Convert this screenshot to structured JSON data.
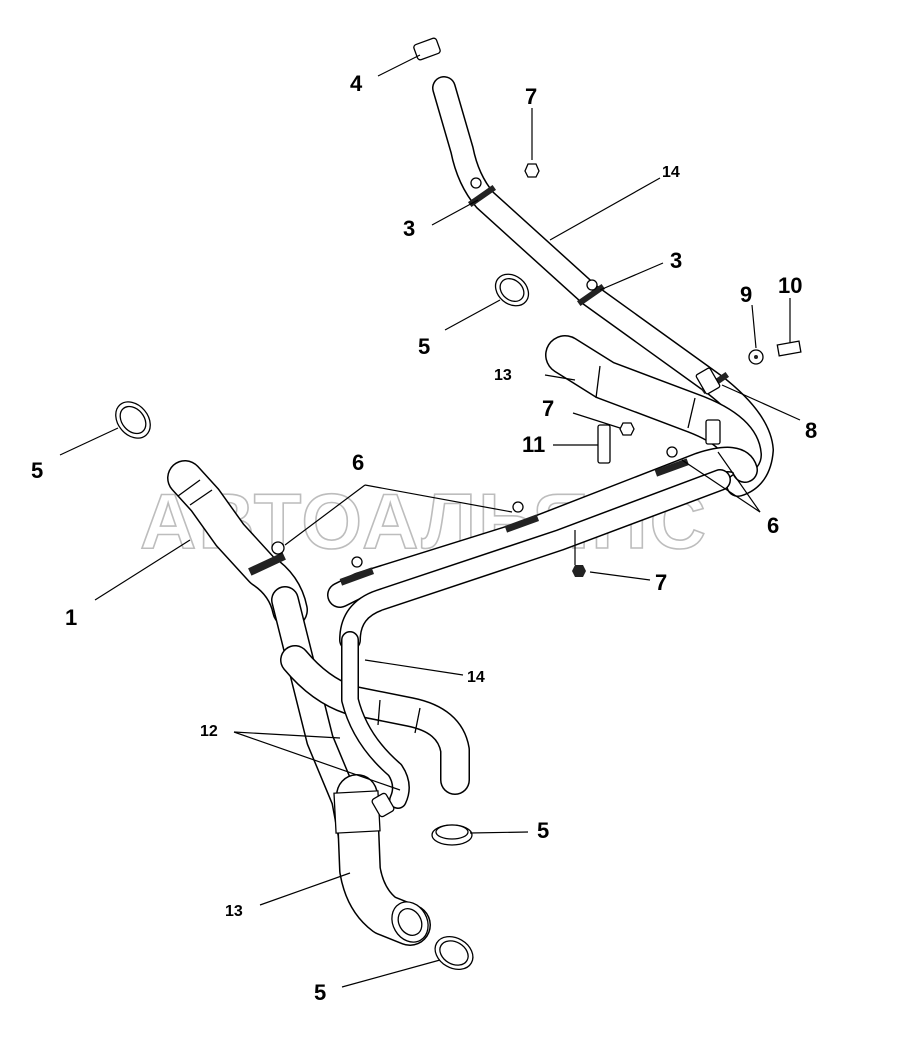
{
  "watermark": "АВТОАЛЬЯНС",
  "callouts": {
    "c1": "1",
    "c3a": "3",
    "c3b": "3",
    "c4": "4",
    "c5a": "5",
    "c5b": "5",
    "c5c": "5",
    "c5d": "5",
    "c6a": "6",
    "c6b": "6",
    "c7a": "7",
    "c7b": "7",
    "c7c": "7",
    "c8": "8",
    "c9": "9",
    "c10": "10",
    "c11": "11",
    "c12": "12",
    "c13a": "13",
    "c13b": "13",
    "c14a": "14",
    "c14b": "14"
  }
}
